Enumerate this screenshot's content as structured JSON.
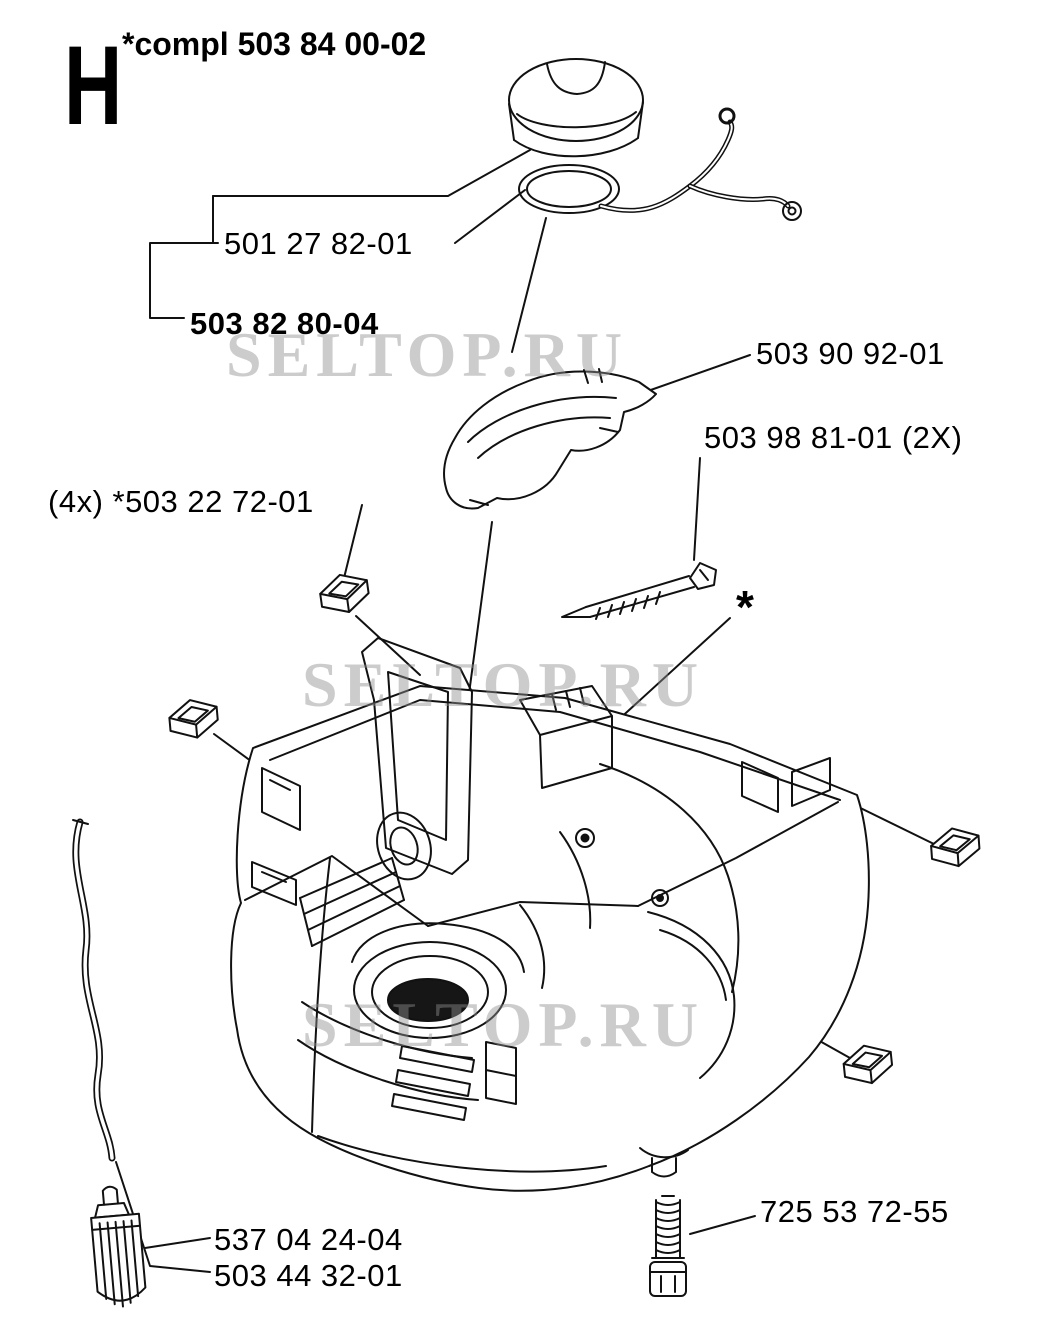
{
  "page": {
    "section_letter": "H",
    "title": "*compl 503 84 00-02",
    "watermark": "SELTOP.RU"
  },
  "labels": {
    "cap": "501 27 82-01",
    "tank_assembly": "503 82 80-04",
    "clamp": "503 90 92-01",
    "screw": "503 98 81-01 (2X)",
    "clip_nut": "(4x) *503 22 72-01",
    "asterisk_marker": "*",
    "fuel_filter": "537 04 24-04",
    "fuel_line": "503 44 32-01",
    "tank_screw": "725 53 72-55"
  }
}
